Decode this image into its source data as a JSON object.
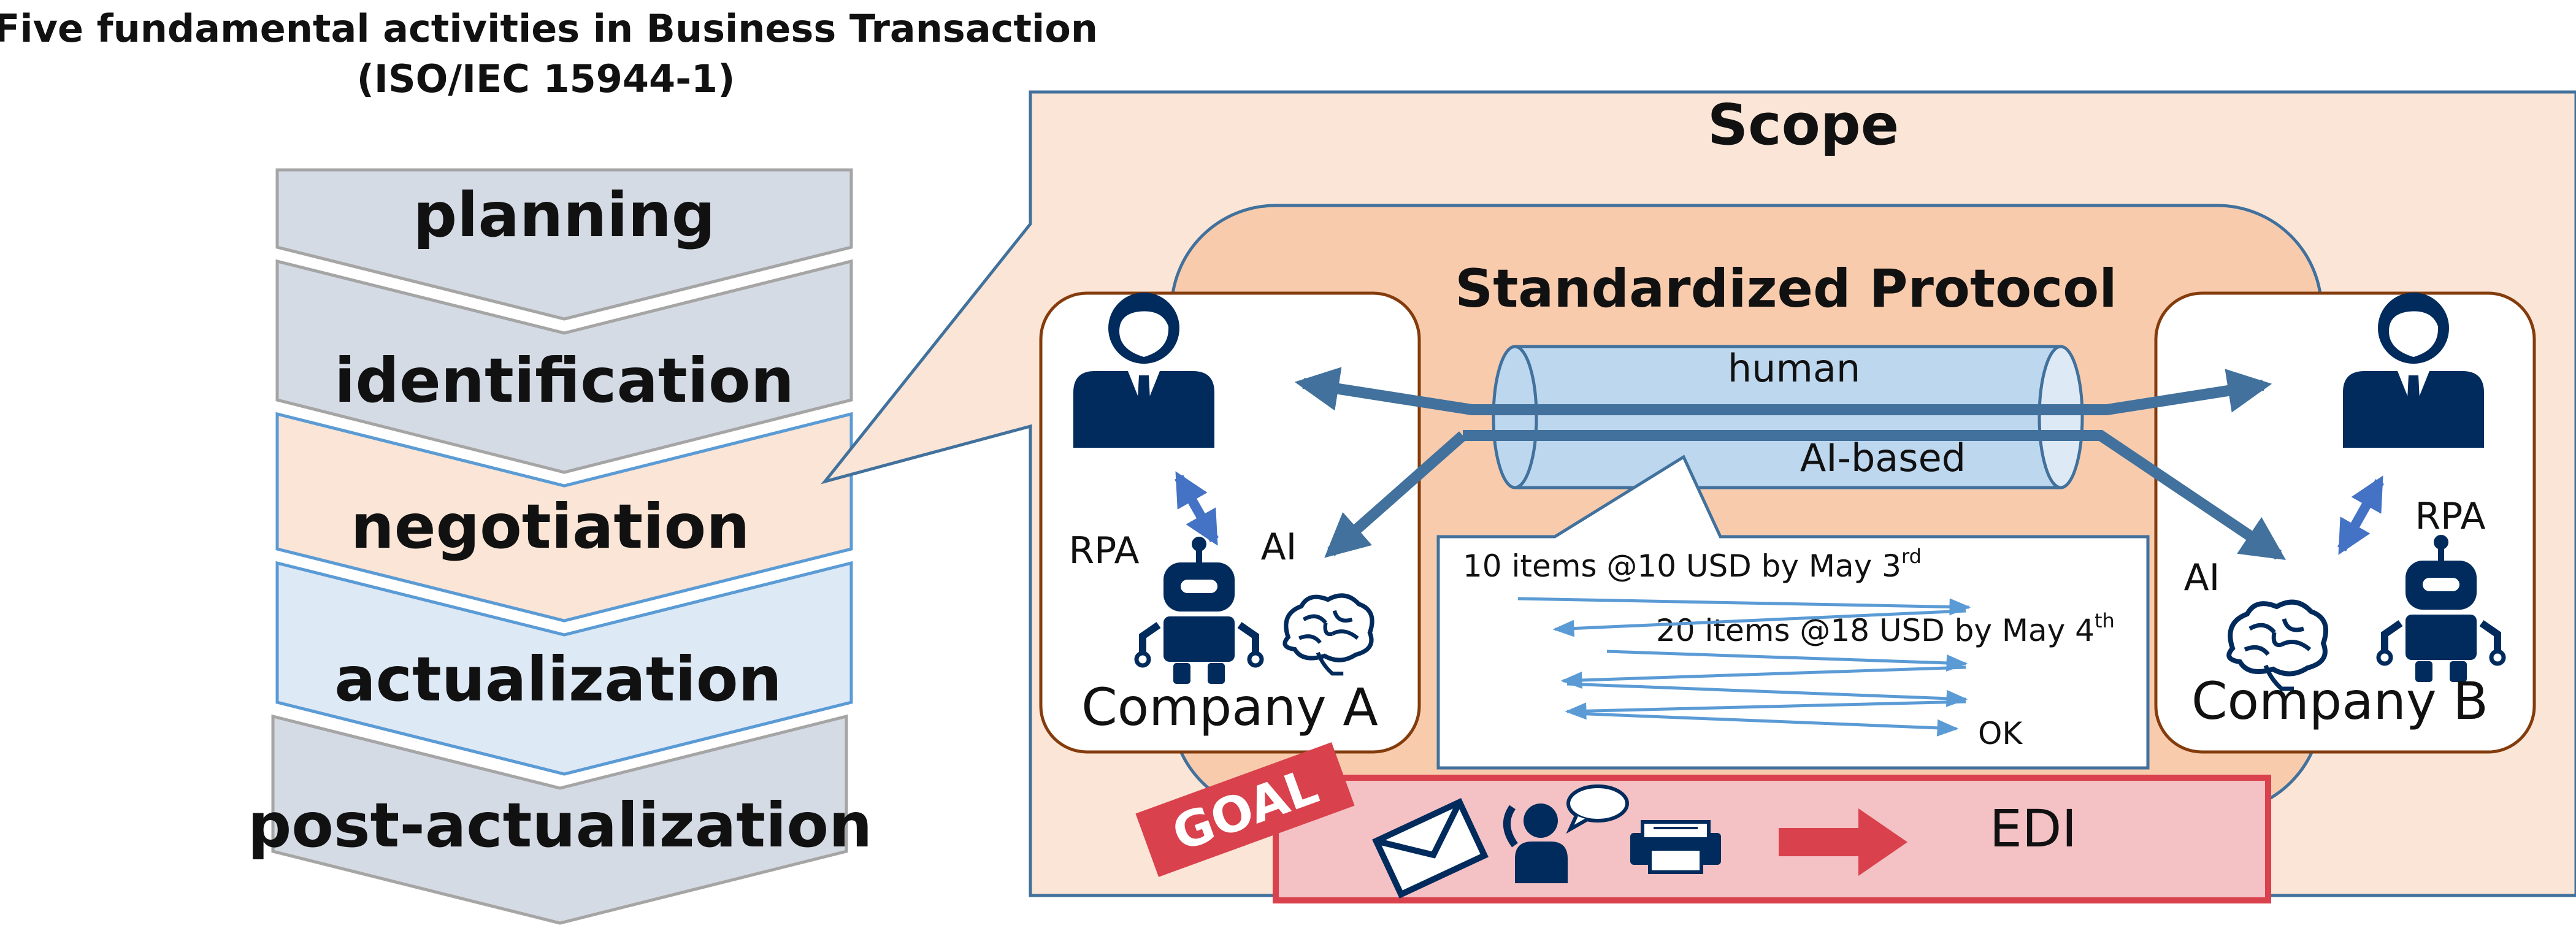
{
  "title": {
    "line1": "Five fundamental activities in Business Transaction",
    "line2": "(ISO/IEC 15944-1)"
  },
  "activities": [
    {
      "label": "planning",
      "color": "#d5dbe5"
    },
    {
      "label": "identification",
      "color": "#d5dbe5"
    },
    {
      "label": "negotiation",
      "color": "#fbe5d6"
    },
    {
      "label": "actualization",
      "color": "#dee9f6"
    },
    {
      "label": "post-actualization",
      "color": "#d5dbe5"
    }
  ],
  "scope": {
    "title": "Scope",
    "protocol_title": "Standardized Protocol",
    "channel_human": "human",
    "channel_ai": "AI-based",
    "colors": {
      "scope_bg": "#fbe5d6",
      "protocol_bg": "#f8cbad",
      "pipe": "#bdd7ee",
      "arrow": "#41719c",
      "navy": "#002b5c"
    }
  },
  "company_a": {
    "name": "Company A",
    "rpa": "RPA",
    "ai": "AI",
    "icons": [
      "person-icon",
      "robot-icon",
      "brain-icon"
    ]
  },
  "company_b": {
    "name": "Company B",
    "rpa": "RPA",
    "ai": "AI",
    "icons": [
      "person-icon",
      "robot-icon",
      "brain-icon"
    ]
  },
  "negotiation_log": {
    "msg1": "10 items @10 USD by May 3",
    "msg1_sup": "rd",
    "msg2": "20 items @18 USD by May 4",
    "msg2_sup": "th",
    "ok": "OK"
  },
  "goal": {
    "badge": "GOAL",
    "target": "EDI",
    "icons": [
      "envelope-icon",
      "phone-chat-icon",
      "fax-icon",
      "right-arrow-icon"
    ],
    "colors": {
      "badge": "#d9414c",
      "box_bg": "#f4c1c4",
      "box_border": "#d9414c"
    }
  }
}
